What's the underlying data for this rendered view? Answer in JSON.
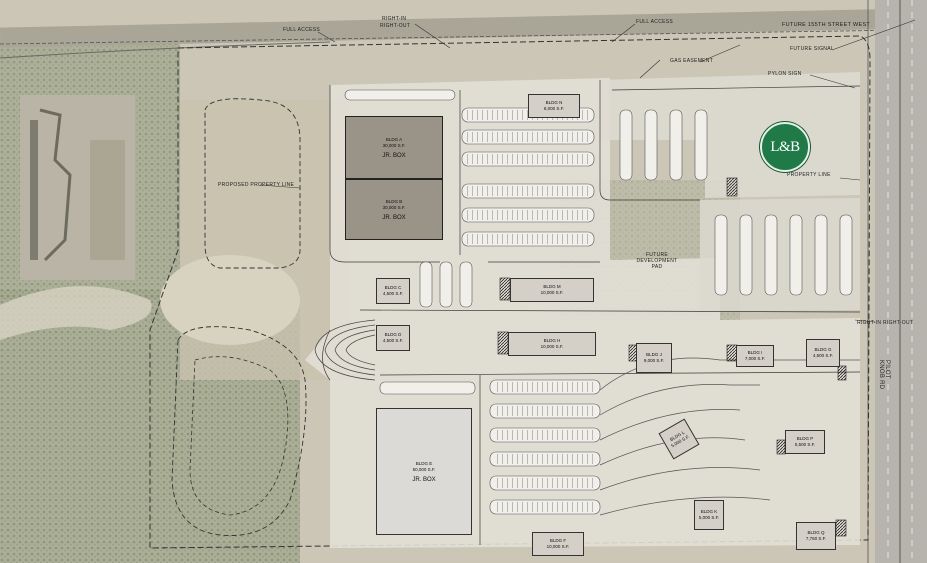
{
  "road_labels": {
    "full_access_left": "FULL ACCESS",
    "right_in_right_out_top_1": "RIGHT-IN",
    "right_in_right_out_top_2": "RIGHT-OUT",
    "full_access_right": "FULL ACCESS",
    "future_street": "FUTURE 155TH STREET WEST",
    "future_signal": "FUTURE SIGNAL",
    "gas_easement": "GAS EASEMENT",
    "pylon_sign": "PYLON SIGN",
    "property_line": "PROPERTY LINE",
    "proposed_property_line": "PROPOSED PROPERTY LINE",
    "right_in_right_out_side": "RIGHT-IN RIGHT-OUT",
    "pilot_knob_road": "PILOT KNOB RD",
    "future_dev_1": "FUTURE",
    "future_dev_2": "DEVELOPMENT",
    "future_dev_3": "PAD"
  },
  "logo": {
    "text": "L&B",
    "color": "#1f7a47"
  },
  "buildings": {
    "a": {
      "name": "BLDG A",
      "area": "30,000 S.F.",
      "note": "JR. BOX"
    },
    "b": {
      "name": "BLDG B",
      "area": "30,000 S.F.",
      "note": "JR. BOX"
    },
    "c": {
      "name": "BLDG C",
      "area": "4,500 S.F."
    },
    "d": {
      "name": "BLDG D",
      "area": "4,500 S.F."
    },
    "e": {
      "name": "BLDG E",
      "area": "50,000 S.F.",
      "note": "JR. BOX"
    },
    "f": {
      "name": "BLDG F",
      "area": "10,000 S.F."
    },
    "g": {
      "name": "BLDG G",
      "area": "4,500 S.F."
    },
    "h": {
      "name": "BLDG H",
      "area": "10,000 S.F."
    },
    "i": {
      "name": "BLDG I",
      "area": "7,000 S.F."
    },
    "j": {
      "name": "BLDG J",
      "area": "9,000 S.F."
    },
    "k": {
      "name": "BLDG K",
      "area": "5,000 S.F."
    },
    "l": {
      "name": "BLDG L",
      "area": "5,000 S.F."
    },
    "m": {
      "name": "BLDG M",
      "area": "10,000 S.F."
    },
    "n": {
      "name": "BLDG N",
      "area": "8,000 S.F."
    },
    "p": {
      "name": "BLDG P",
      "area": "5,500 S.F."
    },
    "q": {
      "name": "BLDG Q",
      "area": "7,750 S.F."
    }
  },
  "colors": {
    "ground": "#cfc9bb",
    "vegetation": "#8f9a7d",
    "pavement": "#e4e1d9",
    "highway": "#bdbab3"
  }
}
